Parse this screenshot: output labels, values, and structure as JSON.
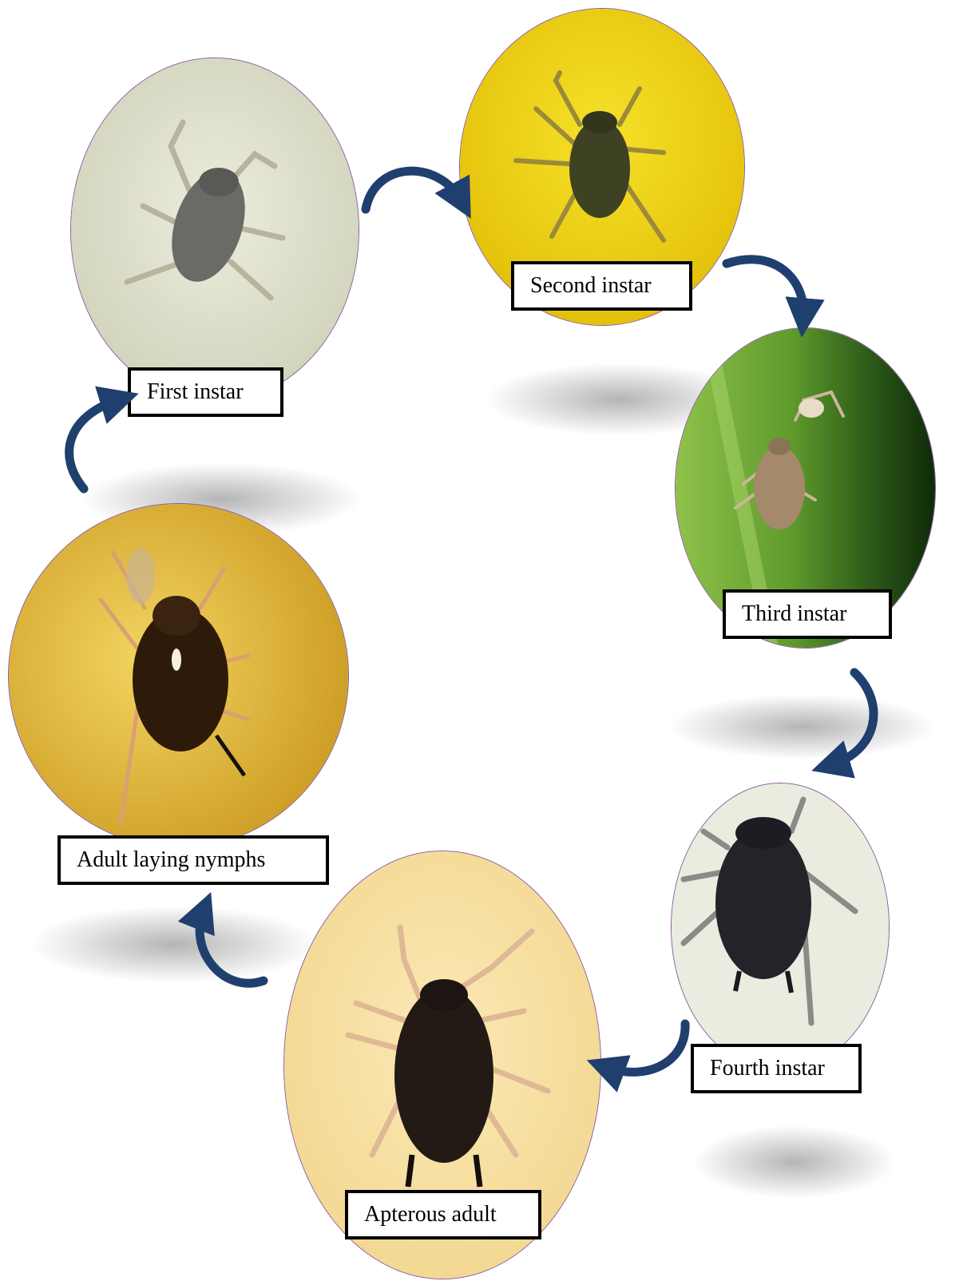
{
  "colors": {
    "arrow": "#1f3f6e",
    "oval_border": "#8a5a9a",
    "label_border": "#000000"
  },
  "stages": [
    {
      "label": "First instar",
      "background": "#dcdcc4",
      "insect": "#6b6a66",
      "leg": "#b7b39c"
    },
    {
      "label": "Second instar",
      "background": "#f0d20e",
      "insect": "#3e4222",
      "leg": "#9c8a3a"
    },
    {
      "label": "Third instar",
      "background": "#6da83a",
      "insect": "#a48a6a",
      "leg": "#c9b79a"
    },
    {
      "label": "Fourth instar",
      "background": "#e9ecdf",
      "insect": "#25232a",
      "leg": "#8c8a86"
    },
    {
      "label": "Apterous adult",
      "background": "#f6dfa0",
      "insect": "#231a16",
      "leg": "#e0b896"
    },
    {
      "label": "Adult laying nymphs",
      "background": "#e0b43a",
      "insect": "#2e1a08",
      "leg": "#d9a070"
    }
  ]
}
